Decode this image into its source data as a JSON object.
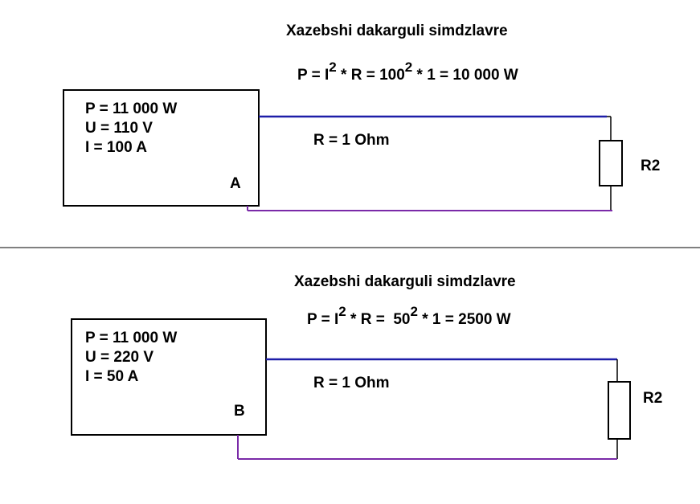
{
  "colors": {
    "supply_wire": "#1e1ea8",
    "return_wire": "#7a2aa8",
    "outline": "#000000",
    "divider": "#000000",
    "background": "#ffffff"
  },
  "panels": [
    {
      "title": "Xazebshi dakarguli simdzlavre",
      "formula": {
        "lhs": "P = I",
        "exp1": "2",
        "mid": "* R = 100",
        "exp2": "2",
        "rhs": "* 1 = 10 000 W"
      },
      "source": {
        "power": "P = 11 000 W",
        "voltage": "U = 110 V",
        "current": "I = 100 A",
        "label": "A"
      },
      "line_resistance": "R = 1 Ohm",
      "load_label": "R2"
    },
    {
      "title": "Xazebshi dakarguli simdzlavre",
      "formula": {
        "lhs": "P = I",
        "exp1": "2",
        "mid": "* R =  50",
        "exp2": "2",
        "rhs": "* 1 = 2500 W"
      },
      "source": {
        "power": "P = 11 000 W",
        "voltage": "U = 220 V",
        "current": "I = 50 A",
        "label": "B"
      },
      "line_resistance": "R = 1 Ohm",
      "load_label": "R2"
    }
  ]
}
